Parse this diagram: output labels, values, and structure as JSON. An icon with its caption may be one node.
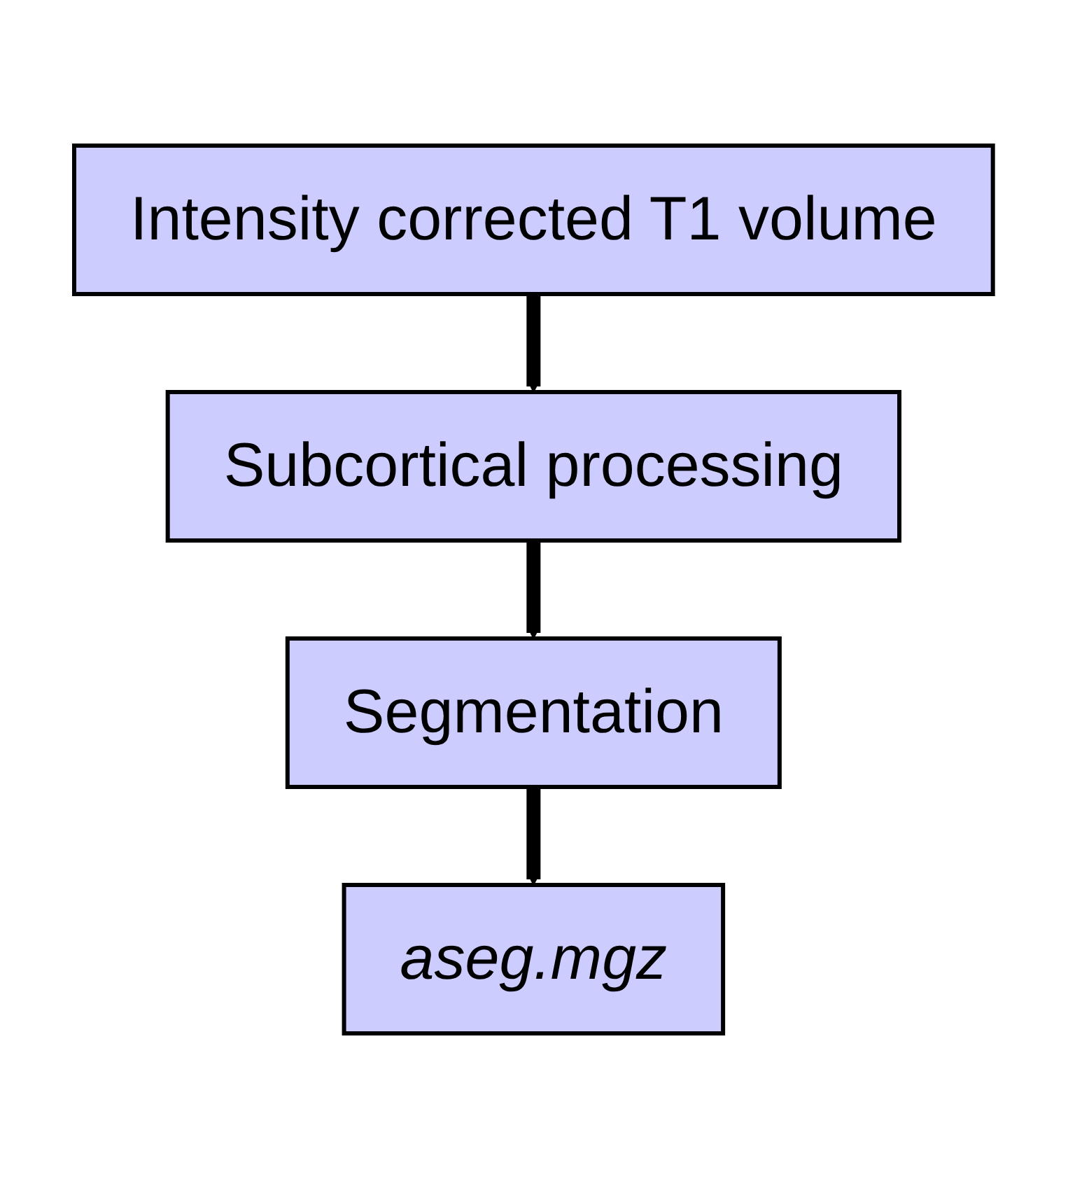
{
  "diagram": {
    "nodes": [
      {
        "text": [
          "Intensity corrected T1 volume"
        ]
      },
      {
        "text": [
          "Subcortical processing"
        ]
      },
      {
        "text": [
          "Segmentation"
        ]
      },
      {
        "text": [
          "aseg.mgz"
        ]
      }
    ],
    "edges": [
      {
        "from": 0,
        "to": 1,
        "arrow": "to"
      },
      {
        "from": 1,
        "to": 2,
        "arrow": "to"
      },
      {
        "from": 2,
        "to": 3,
        "arrow": "to"
      }
    ]
  }
}
